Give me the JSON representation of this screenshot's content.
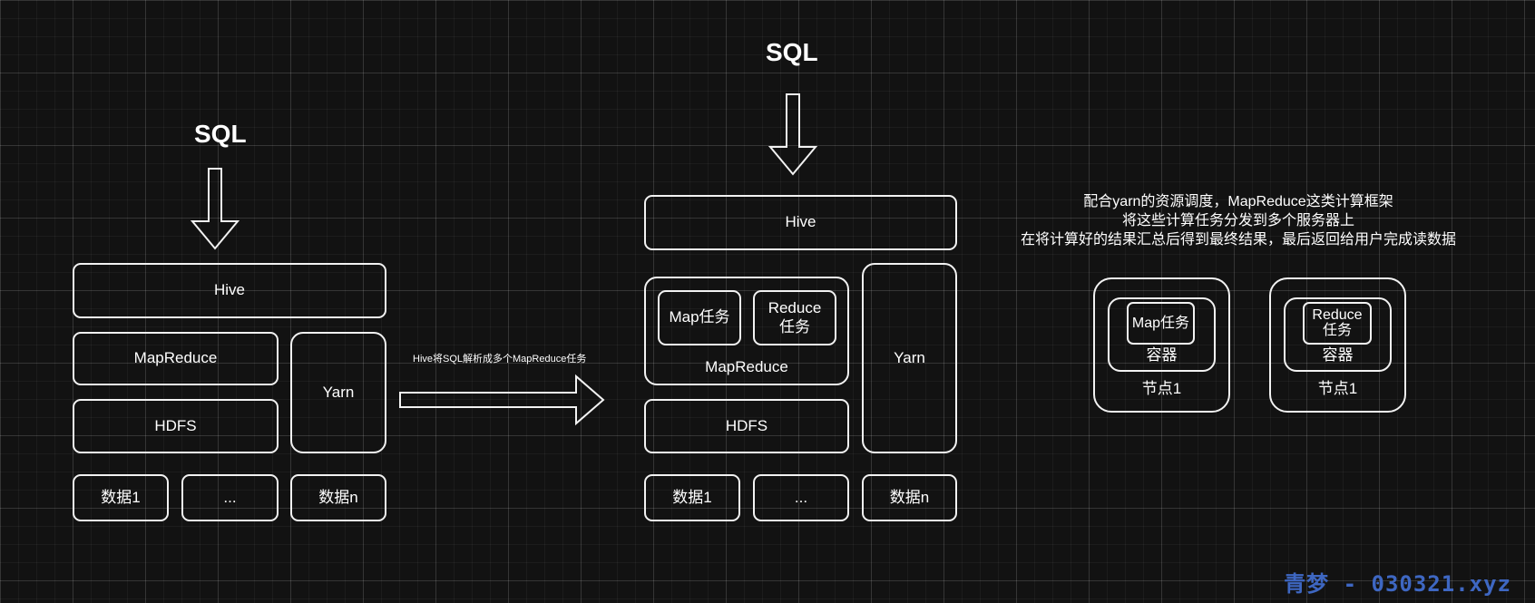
{
  "left_stack": {
    "sql_label": "SQL",
    "hive": "Hive",
    "mapreduce": "MapReduce",
    "hdfs": "HDFS",
    "yarn": "Yarn",
    "data_first": "数据1",
    "data_ellipsis": "...",
    "data_last": "数据n"
  },
  "transition_label": "Hive将SQL解析成多个MapReduce任务",
  "middle_stack": {
    "sql_label": "SQL",
    "hive": "Hive",
    "map_task": "Map任务",
    "reduce_task": "Reduce任务",
    "mapreduce": "MapReduce",
    "hdfs": "HDFS",
    "yarn": "Yarn",
    "data_first": "数据1",
    "data_ellipsis": "...",
    "data_last": "数据n"
  },
  "description": {
    "line1": "配合yarn的资源调度，MapReduce这类计算框架",
    "line2": "将这些计算任务分发到多个服务器上",
    "line3": "在将计算好的结果汇总后得到最终结果，最后返回给用户完成读数据"
  },
  "nodes": [
    {
      "task": "Map任务",
      "container": "容器",
      "node": "节点1"
    },
    {
      "task": "Reduce任务",
      "container": "容器",
      "node": "节点1"
    }
  ],
  "watermark": "青梦 - 030321.xyz",
  "colors": {
    "background": "#121212",
    "stroke": "#f2f2f2",
    "watermark": "#3e67c2"
  }
}
